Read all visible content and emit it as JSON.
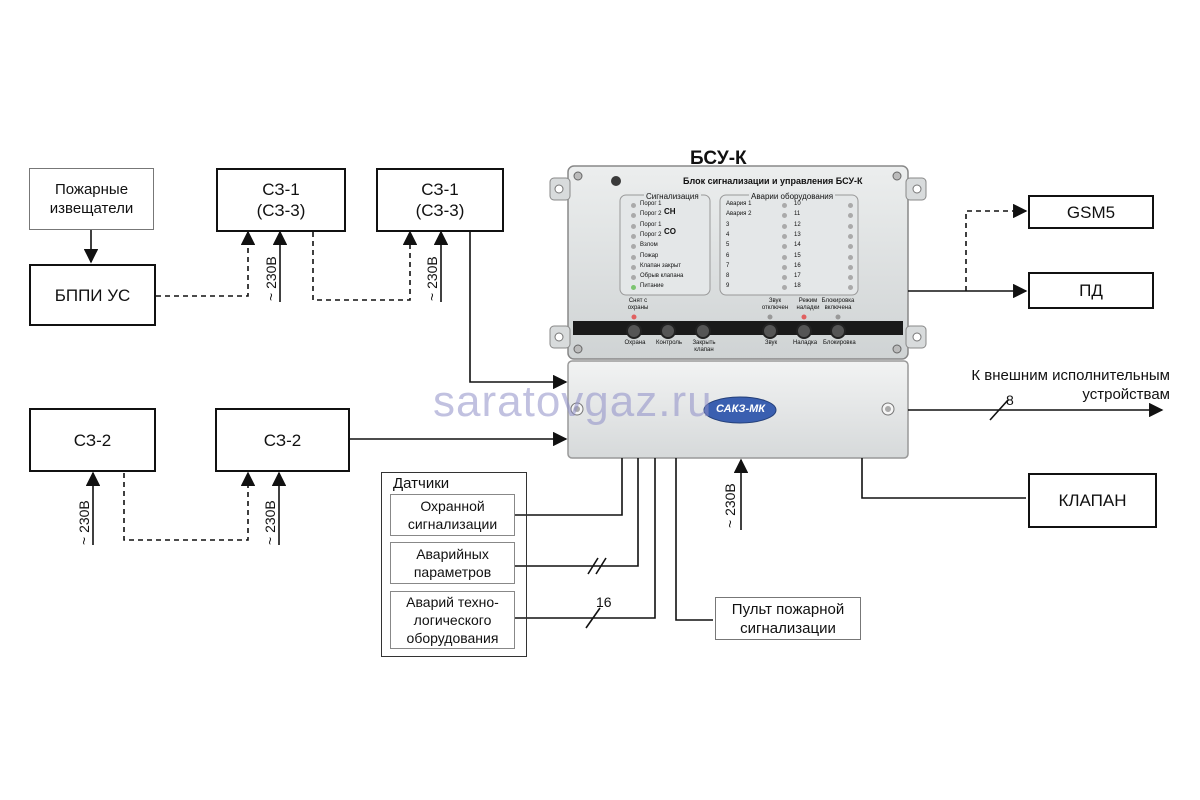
{
  "device": {
    "title": "БСУ-К",
    "panel_header": "Блок сигнализации и управления БСУ-К",
    "signal_section_title": "Сигнализация",
    "signal_items": [
      "Порог 1",
      "Порог 2",
      "Порог 1",
      "Порог 2",
      "Взлом",
      "Пожар",
      "Клапан закрыт",
      "Обрыв клапана",
      "Питание"
    ],
    "gas_ch": "CH",
    "gas_co": "CO",
    "alarm_section_title": "Аварии оборудования",
    "alarm_items_left": [
      "Авария 1",
      "Авария 2",
      "3",
      "4",
      "5",
      "6",
      "7",
      "8",
      "9"
    ],
    "alarm_items_right": [
      "10",
      "11",
      "12",
      "13",
      "14",
      "15",
      "16",
      "17",
      "18"
    ],
    "indicator_labels": [
      "Снят с охраны",
      "Звук отключен",
      "Режим наладки",
      "Блокировка включена"
    ],
    "button_labels": [
      "Охрана",
      "Контроль",
      "Закрыть клапан",
      "Звук",
      "Наладка",
      "Блокировка"
    ],
    "lower_badge": "САКЗ-МК"
  },
  "watermark": "saratovgaz.ru",
  "blocks": {
    "fire_detectors": "Пожарные\nизвещатели",
    "bppi": "БППИ УС",
    "sz1_a": "СЗ-1\n(СЗ-3)",
    "sz1_b": "СЗ-1\n(СЗ-3)",
    "sz2_a": "СЗ-2",
    "sz2_b": "СЗ-2",
    "gsm": "GSM5",
    "pd": "ПД",
    "valve": "КЛАПАН",
    "fire_panel": "Пульт пожарной\nсигнализации"
  },
  "sensors": {
    "group_title": "Датчики",
    "security": "Охранной\nсигнализации",
    "emergency": "Аварийных\nпараметров",
    "equipment": "Аварий техно-\nлогического\nоборудования"
  },
  "labels": {
    "external": "К внешним исполнительным\nустройствам",
    "bus_count_out": "8",
    "bus_count_in": "16",
    "power": "~ 230В"
  }
}
